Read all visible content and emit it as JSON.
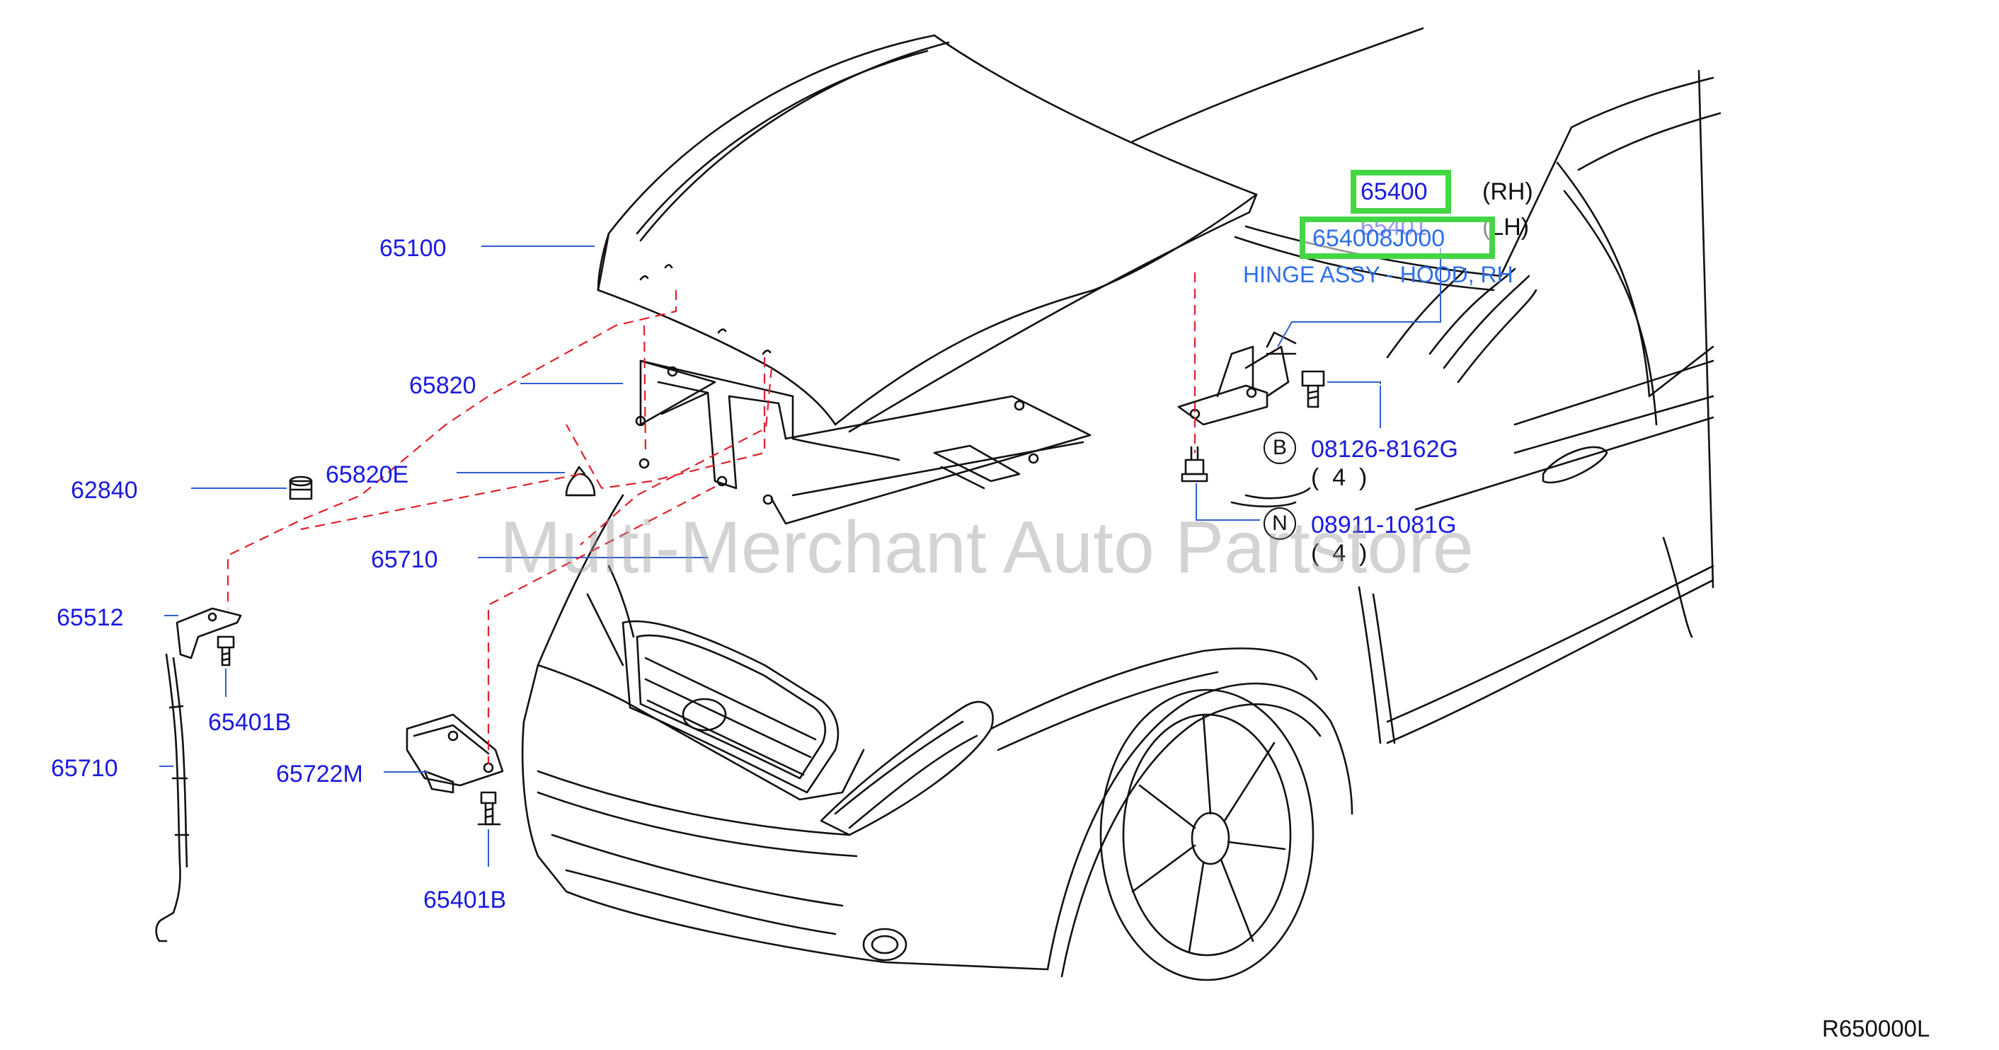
{
  "diagram": {
    "part_labels": {
      "p65100": "65100",
      "p65820": "65820",
      "p62840": "62840",
      "p65820e": "65820E",
      "p65710_top": "65710",
      "p65512": "65512",
      "p65401b_left": "65401B",
      "p65710_left": "65710",
      "p65722m": "65722M",
      "p65401b_bottom": "65401B",
      "p65400": "65400",
      "p65401": "65401",
      "p654008j000": "654008J000",
      "p08126": "08126-8162G",
      "p08911": "08911-1081G"
    },
    "side_labels": {
      "rh": "(RH)",
      "lh": "(LH)"
    },
    "hinge_description": "HINGE ASSY - HOOD, RH",
    "fastener_letters": {
      "b": "B",
      "n": "N"
    },
    "quantities": {
      "b_qty": "(  4  )",
      "n_qty": "(  4  )"
    },
    "watermark": "Multi-Merchant Auto Partstore",
    "diagram_ref": "R650000L",
    "colors": {
      "label_blue": "#1a1adf",
      "leader_blue": "#2f5fd0",
      "dash_red": "#e0202a",
      "highlight_green": "#45d645",
      "description_blue": "#2f6fe8",
      "line_art": "#111111"
    }
  }
}
